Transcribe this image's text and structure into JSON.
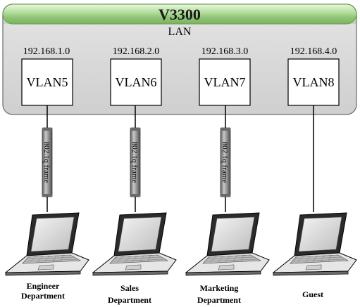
{
  "device": {
    "title": "V3300",
    "subtitle": "LAN"
  },
  "vlans": [
    {
      "ip": "192.168.1.0",
      "name": "VLAN5",
      "link_label": "802.1q frame",
      "dept_line1": "Engineer",
      "dept_line2": "Department"
    },
    {
      "ip": "192.168.2.0",
      "name": "VLAN6",
      "link_label": "802.1q frame",
      "dept_line1": "Sales",
      "dept_line2": "Department"
    },
    {
      "ip": "192.168.3.0",
      "name": "VLAN7",
      "link_label": "802.1q frame",
      "dept_line1": "Marketing",
      "dept_line2": "Department"
    },
    {
      "ip": "192.168.4.0",
      "name": "VLAN8",
      "link_label": "",
      "dept_line1": "Guest",
      "dept_line2": ""
    }
  ],
  "colors": {
    "header_green_light": "#d8f0c8",
    "header_green_dark": "#7ab860",
    "panel_gray": "#d6d6d6",
    "tube_gray": "#8a8a8a"
  }
}
